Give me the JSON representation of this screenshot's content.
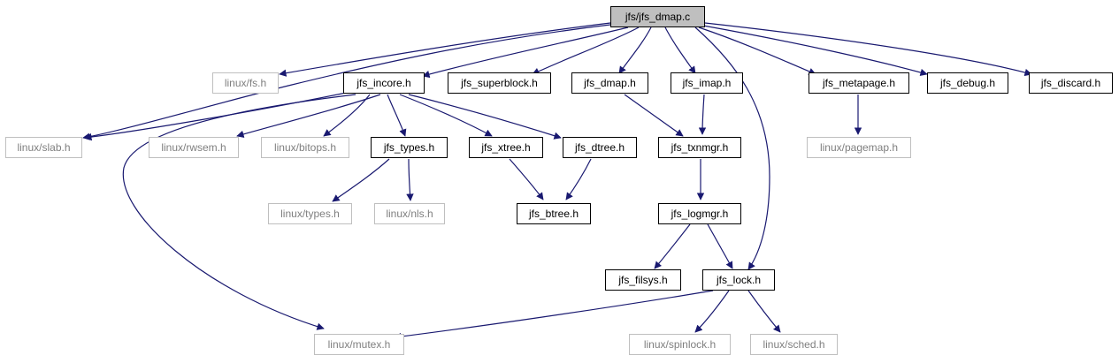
{
  "colors": {
    "edge": "#191970",
    "node_border": "#000000",
    "external_border": "#bfbfbf",
    "external_text": "#7f7f7f",
    "root_fill": "#bfbfbf"
  },
  "nodes": {
    "root": "jfs/jfs_dmap.c",
    "fs": "linux/fs.h",
    "incore": "jfs_incore.h",
    "superblock": "jfs_superblock.h",
    "dmap": "jfs_dmap.h",
    "imap": "jfs_imap.h",
    "metapage": "jfs_metapage.h",
    "debug": "jfs_debug.h",
    "discard": "jfs_discard.h",
    "slab": "linux/slab.h",
    "rwsem": "linux/rwsem.h",
    "bitops": "linux/bitops.h",
    "types": "jfs_types.h",
    "xtree": "jfs_xtree.h",
    "dtree": "jfs_dtree.h",
    "txnmgr": "jfs_txnmgr.h",
    "pagemap": "linux/pagemap.h",
    "ltypes": "linux/types.h",
    "nls": "linux/nls.h",
    "btree": "jfs_btree.h",
    "logmgr": "jfs_logmgr.h",
    "filsys": "jfs_filsys.h",
    "lock": "jfs_lock.h",
    "mutex": "linux/mutex.h",
    "spinlock": "linux/spinlock.h",
    "sched": "linux/sched.h"
  }
}
